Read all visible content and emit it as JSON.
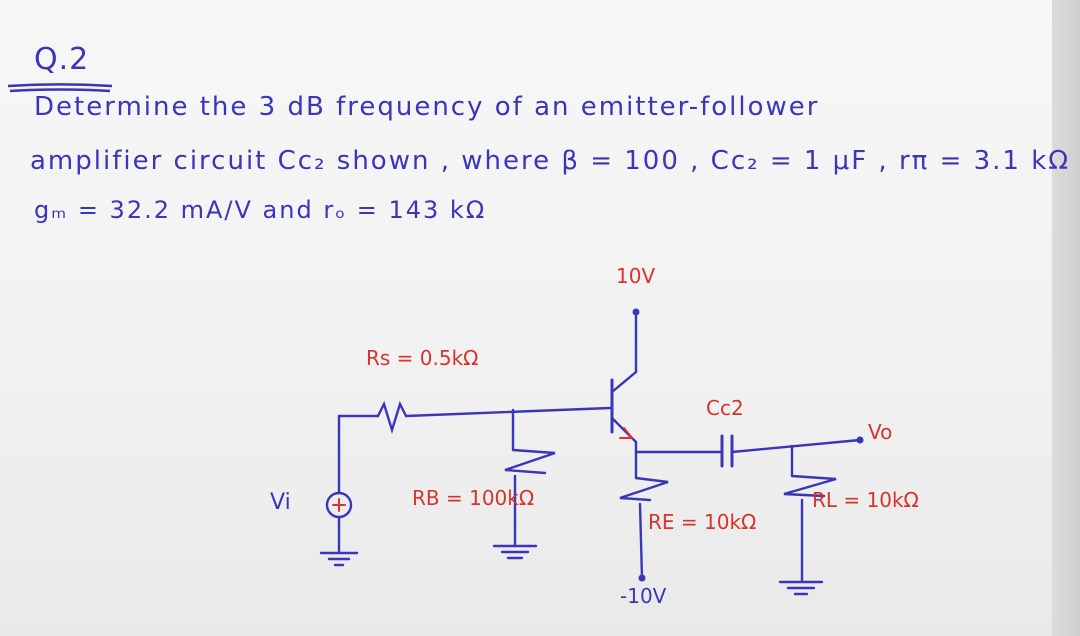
{
  "question": {
    "number": "Q.2",
    "line1": "Determine the 3 dB frequency of an emitter-follower",
    "line2": "amplifier circuit Cᴄ₂ shown , where β = 100 , Cᴄ₂ = 1 μF , rπ = 3.1 kΩ",
    "line3": "gₘ = 32.2 mA/V and rₒ = 143 kΩ"
  },
  "circuit": {
    "vcc_label": "10V",
    "vee_label": "-10V",
    "rs_label": "Rs = 0.5kΩ",
    "rb_label": "RB = 100kΩ",
    "re_label": "RE = 10kΩ",
    "rl_label": "RL = 10kΩ",
    "cc2_label": "Cc2",
    "vo_label": "Vo",
    "vi_label": "Vi"
  },
  "colors": {
    "ink_blue": "#3a36b8",
    "ink_red": "#d8332c"
  }
}
